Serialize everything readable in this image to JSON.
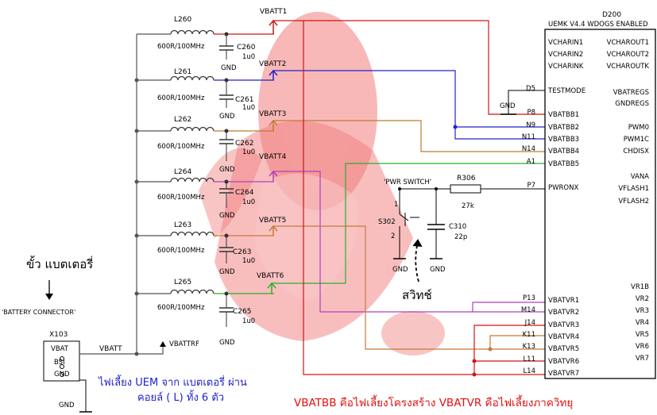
{
  "ic": {
    "ref": "D200",
    "title": "UEMK V4.4 WDOGS ENABLED",
    "left_pins": [
      {
        "name": "VCHARIN1"
      },
      {
        "name": "VCHARIN2"
      },
      {
        "name": "VCHARINK"
      },
      {
        "name": "TESTMODE",
        "pin": "D5"
      },
      {
        "name": "VBATBB1",
        "pin": "P8"
      },
      {
        "name": "VBATBB2",
        "pin": "N9"
      },
      {
        "name": "VBATBB3",
        "pin": "N11"
      },
      {
        "name": "VBATBB4",
        "pin": "N14"
      },
      {
        "name": "VBATBB5",
        "pin": "A1"
      },
      {
        "name": "PWRONX",
        "pin": "P7"
      },
      {
        "name": "VBATVR1",
        "pin": "P13"
      },
      {
        "name": "VBATVR2",
        "pin": "M14"
      },
      {
        "name": "VBATVR3",
        "pin": "J14"
      },
      {
        "name": "VBATVR4",
        "pin": "K11"
      },
      {
        "name": "VBATVR5",
        "pin": "K13"
      },
      {
        "name": "VBATVR6",
        "pin": "L11"
      },
      {
        "name": "VBATVR7",
        "pin": "L14"
      }
    ],
    "right_pins": [
      "VCHAROUT1",
      "VCHAROUT2",
      "VCHAROUTK",
      "VBATREGS",
      "GNDREGS",
      "PWM0",
      "PWM1C",
      "CHDISX",
      "VANA",
      "VFLASH1",
      "VFLASH2",
      "VR1B",
      "VR2",
      "VR3",
      "VR4",
      "VR5",
      "VR6",
      "VR7"
    ]
  },
  "inductors": [
    {
      "ref": "L260",
      "value": "600R/100MHz"
    },
    {
      "ref": "L261",
      "value": "600R/100MHz"
    },
    {
      "ref": "L262",
      "value": "600R/100MHz"
    },
    {
      "ref": "L264",
      "value": "600R/100MHz"
    },
    {
      "ref": "L263",
      "value": "600R/100MHz"
    },
    {
      "ref": "L265",
      "value": "600R/100MHz"
    }
  ],
  "capacitors": [
    {
      "ref": "C260",
      "value": "1u0"
    },
    {
      "ref": "C261",
      "value": "1u0"
    },
    {
      "ref": "C262",
      "value": "1u0"
    },
    {
      "ref": "C264",
      "value": "1u0"
    },
    {
      "ref": "C263",
      "value": "1u0"
    },
    {
      "ref": "C265",
      "value": "1u0"
    }
  ],
  "gnd": "GND",
  "nets": [
    "VBATT1",
    "VBATT2",
    "VBATT3",
    "VBATT4",
    "VBATT5",
    "VBATT6"
  ],
  "vbatt": "VBATT",
  "vbattrf": "VBATTRF",
  "connector": {
    "ref": "X103",
    "pins": [
      "VBAT",
      "BSI",
      "GND"
    ],
    "label": "'BATTERY CONNECTOR'",
    "gnd": "GND"
  },
  "switch": {
    "label": "'PWR SWITCH'",
    "ref": "S302",
    "pin1": "1",
    "pin2": "2"
  },
  "r306": {
    "ref": "R306",
    "value": "27k"
  },
  "c310": {
    "ref": "C310",
    "value": "22p"
  },
  "annotations": {
    "battery_thai": "ขั้ว แบตเตอรี่",
    "switch_thai": "สวิทช์",
    "blue_line1": "ไฟเลี้ยง UEM จาก แบตเตอรี่ ผ่าน",
    "blue_line2": "คอยล์ ( L) ทั้ง 6 ตัว",
    "bottom_red": "VBATBB คือไฟเลี้ยงโครงสร้าง   VBATVR คือไฟเลี้ยงภาควิทยุ"
  },
  "colors": {
    "watermark": "#f06a6a",
    "net1": "#d01515",
    "net2": "#2222cc",
    "net3": "#c07a30",
    "net4": "#b040c0",
    "net5": "#c87838",
    "net6": "#28b028",
    "bus": "#555555",
    "annot_blue": "#2020cc",
    "annot_red": "#e01010"
  }
}
